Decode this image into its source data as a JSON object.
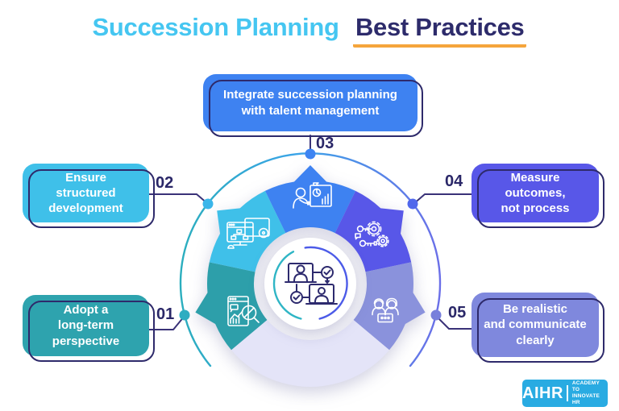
{
  "title": {
    "part1": "Succession Planning",
    "part2": "Best Practices",
    "part1_color": "#45C6F1",
    "part2_color": "#2D2B6B",
    "underline_color": "#F5A53C"
  },
  "practices": [
    {
      "number": "01",
      "label": "Adopt a\nlong-term\nperspective",
      "color": "#2EA3AE",
      "icon": "report-magnifier-icon"
    },
    {
      "number": "02",
      "label": "Ensure\nstructured\ndevelopment",
      "color": "#3FC0E9",
      "icon": "monitor-orgchart-icon"
    },
    {
      "number": "03",
      "label": "Integrate succession planning\nwith talent management",
      "color": "#3E82F1",
      "icon": "presenter-chart-icon"
    },
    {
      "number": "04",
      "label": "Measure\noutcomes,\nnot process",
      "color": "#5857E8",
      "icon": "keys-gears-icon"
    },
    {
      "number": "05",
      "label": "Be realistic\nand communicate\nclearly",
      "color": "#7F88DD",
      "icon": "people-discussion-icon"
    }
  ],
  "wheel": {
    "center_icon": "video-call-handover-icon",
    "empty_segment_color": "#E4E4F8",
    "arc_gradient_start": "#2BAEBE",
    "arc_gradient_end": "#6B6FE8",
    "dot_colors": {
      "d01": "#2FAEC2",
      "d02": "#3AB6EA",
      "d03": "#3D84F2",
      "d04": "#5168EC",
      "d05": "#7880DC"
    }
  },
  "logo": {
    "name": "AIHR",
    "tagline_line1": "ACADEMY TO",
    "tagline_line2": "INNOVATE HR",
    "bg_color": "#29ABE2"
  }
}
